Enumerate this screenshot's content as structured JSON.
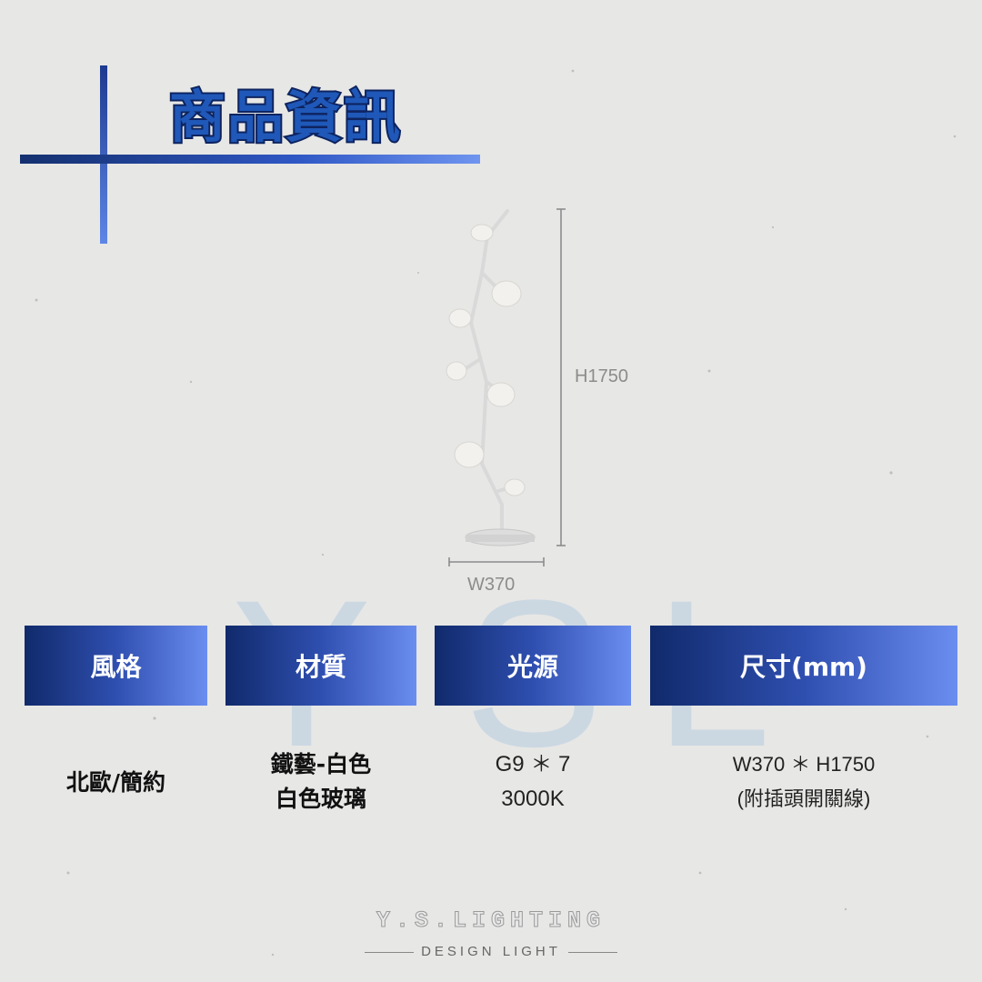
{
  "title": "商品資訊",
  "watermark": {
    "letters": [
      "Y",
      "S",
      "L"
    ]
  },
  "dimensions": {
    "height_label": "H1750",
    "width_label": "W370"
  },
  "table": {
    "headers": [
      "風格",
      "材質",
      "光源",
      "尺寸(mm)"
    ],
    "style": {
      "line1": "北歐/簡約"
    },
    "material": {
      "line1": "鐵藝-白色",
      "line2": "白色玻璃"
    },
    "light": {
      "line1": "G9 ＊ 7",
      "line2": "3000K"
    },
    "size": {
      "line1": "W370 ＊ H1750",
      "line2": "(附插頭開關線)"
    }
  },
  "brand": {
    "name": "Y.S.LIGHTING",
    "tagline": "DESIGN LIGHT"
  },
  "colors": {
    "accent_dark": "#102a6b",
    "accent_light": "#6a8df0",
    "title_blue": "#1f58b8"
  }
}
